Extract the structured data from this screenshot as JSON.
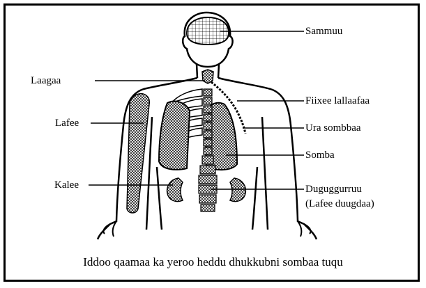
{
  "diagram": {
    "labels": {
      "brain": "Sammuu",
      "throat": "Laagaa",
      "bone": "Lafee",
      "liver": "Kalee",
      "lymph_nodes": "Fiixee lallaafaa",
      "bronchi": "Ura sombbaa",
      "lung": "Somba",
      "kidney": "Duguggurruu",
      "kidney_note": "(Lafee duugdaa)"
    },
    "caption": "Iddoo qaamaa ka yeroo heddu dhukkubni sombaa tuqu",
    "colors": {
      "ink": "#000000",
      "paper": "#ffffff"
    }
  }
}
